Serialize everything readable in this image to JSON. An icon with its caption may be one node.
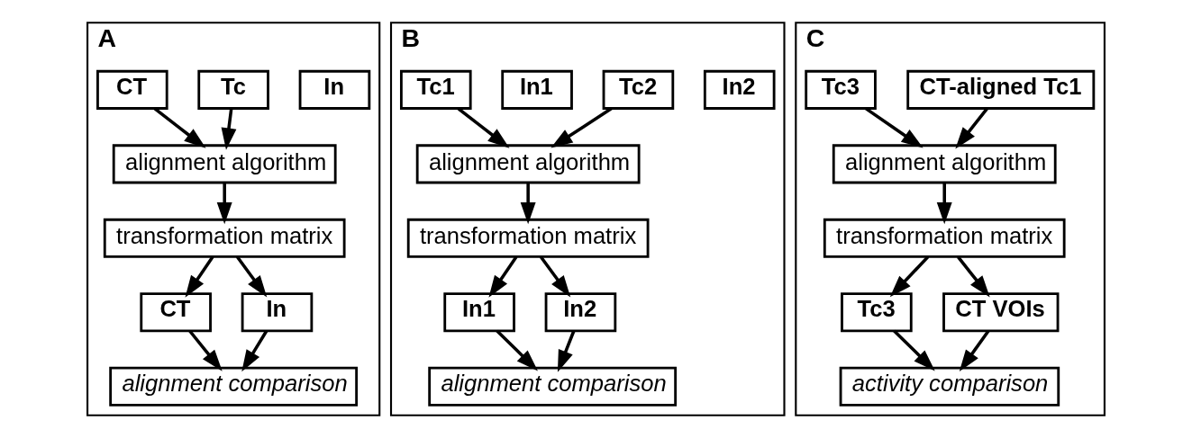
{
  "diagram": {
    "nodes": [
      {
        "text": [
          "A"
        ]
      },
      {
        "text": [
          "CT"
        ],
        "in": 0
      },
      {
        "text": [
          "Tc"
        ],
        "in": 0
      },
      {
        "text": [
          "In"
        ],
        "in": 0
      },
      {
        "text": [
          "alignment algorithm"
        ],
        "in": 0
      },
      {
        "text": [
          "transformation matrix"
        ],
        "in": 0
      },
      {
        "text": [
          "CT"
        ],
        "in": 0
      },
      {
        "text": [
          "In"
        ],
        "in": 0
      },
      {
        "text": [
          "alignment comparison"
        ],
        "in": 0
      },
      {
        "text": [
          "B"
        ]
      },
      {
        "text": [
          "Tc1"
        ],
        "in": 9
      },
      {
        "text": [
          "In1"
        ],
        "in": 9
      },
      {
        "text": [
          "Tc2"
        ],
        "in": 9
      },
      {
        "text": [
          "In2"
        ],
        "in": 9
      },
      {
        "text": [
          "alignment algorithm"
        ],
        "in": 9
      },
      {
        "text": [
          "transformation matrix"
        ],
        "in": 9
      },
      {
        "text": [
          "In1"
        ],
        "in": 9
      },
      {
        "text": [
          "In2"
        ],
        "in": 9
      },
      {
        "text": [
          "alignment comparison"
        ],
        "in": 9
      },
      {
        "text": [
          "C"
        ]
      },
      {
        "text": [
          "Tc3"
        ],
        "in": 19
      },
      {
        "text": [
          "CT-aligned Tc1"
        ],
        "in": 19
      },
      {
        "text": [
          "alignment algorithm"
        ],
        "in": 19
      },
      {
        "text": [
          "transformation matrix"
        ],
        "in": 19
      },
      {
        "text": [
          "Tc3"
        ],
        "in": 19
      },
      {
        "text": [
          "CT VOIs"
        ],
        "in": 19
      },
      {
        "text": [
          "activity comparison"
        ],
        "in": 19
      }
    ],
    "edges": [
      {
        "from": 1,
        "to": 4,
        "arrow": "to"
      },
      {
        "from": 2,
        "to": 4,
        "arrow": "to"
      },
      {
        "from": 4,
        "to": 5,
        "arrow": "to"
      },
      {
        "from": 5,
        "to": 6,
        "arrow": "to"
      },
      {
        "from": 5,
        "to": 7,
        "arrow": "to"
      },
      {
        "from": 6,
        "to": 8,
        "arrow": "to"
      },
      {
        "from": 7,
        "to": 8,
        "arrow": "to"
      },
      {
        "from": 10,
        "to": 14,
        "arrow": "to"
      },
      {
        "from": 12,
        "to": 14,
        "arrow": "to"
      },
      {
        "from": 14,
        "to": 15,
        "arrow": "to"
      },
      {
        "from": 15,
        "to": 16,
        "arrow": "to"
      },
      {
        "from": 15,
        "to": 17,
        "arrow": "to"
      },
      {
        "from": 16,
        "to": 18,
        "arrow": "to"
      },
      {
        "from": 17,
        "to": 18,
        "arrow": "to"
      },
      {
        "from": 20,
        "to": 22,
        "arrow": "to"
      },
      {
        "from": 21,
        "to": 22,
        "arrow": "to"
      },
      {
        "from": 22,
        "to": 23,
        "arrow": "to"
      },
      {
        "from": 23,
        "to": 24,
        "arrow": "to"
      },
      {
        "from": 23,
        "to": 25,
        "arrow": "to"
      },
      {
        "from": 24,
        "to": 26,
        "arrow": "to"
      },
      {
        "from": 25,
        "to": 26,
        "arrow": "to"
      }
    ]
  }
}
